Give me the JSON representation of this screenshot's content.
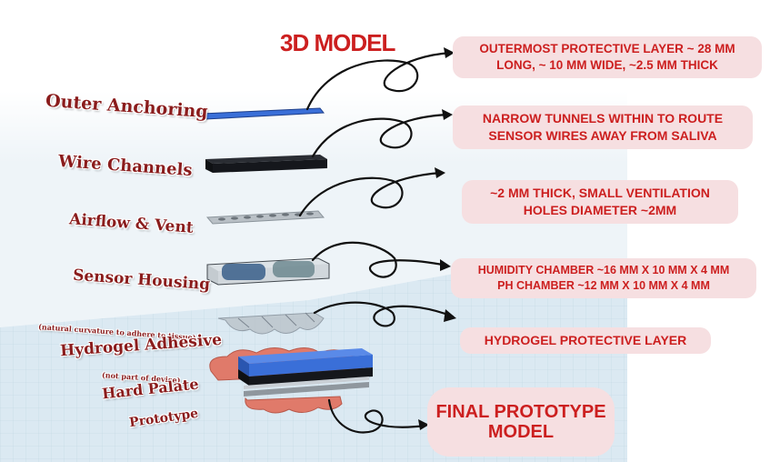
{
  "title": "3D MODEL",
  "layers": [
    {
      "label": "Outer Anchoring",
      "note": [
        "OUTERMOST PROTECTIVE LAYER ~ 28 MM",
        "LONG,  ~ 10 MM WIDE, ~2.5 MM THICK"
      ]
    },
    {
      "label": "Wire Channels",
      "note": [
        "NARROW TUNNELS WITHIN TO ROUTE",
        "SENSOR WIRES AWAY FROM SALIVA"
      ]
    },
    {
      "label": "Airflow & Vent",
      "note": [
        "~2 MM THICK, SMALL VENTILATION",
        "HOLES DIAMETER ~2MM"
      ]
    },
    {
      "label": "Sensor Housing",
      "note": [
        "HUMIDITY CHAMBER ~16 MM X 10 MM X 4 MM",
        "PH CHAMBER ~12 MM X 10 MM X 4 MM"
      ]
    },
    {
      "label": "Hydrogel Adhesive",
      "sublabel": "(natural curvature to adhere to tissue)",
      "note": [
        "HYDROGEL PROTECTIVE LAYER"
      ]
    },
    {
      "label": "Hard Palate",
      "sublabel": "(not part of device)"
    },
    {
      "label": "Prototype"
    }
  ],
  "final_note": [
    "FINAL PROTOTYPE",
    "MODEL"
  ],
  "colors": {
    "accent": "#cc1f1f",
    "note_bg": "#f6dfe1",
    "label": "#8a1c1c",
    "outer_layer": "#3a6fd8",
    "wire_layer": "#15171c",
    "palate": "#e07a6a"
  }
}
